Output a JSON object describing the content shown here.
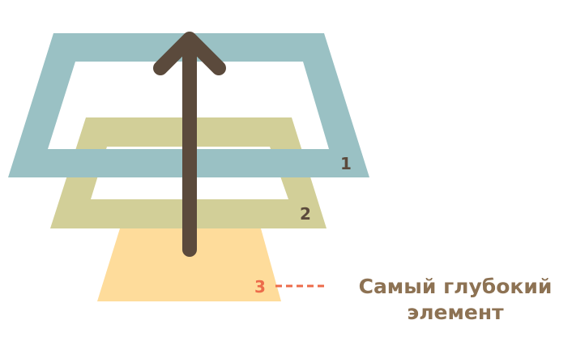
{
  "layers": [
    {
      "id": "1",
      "label": "1",
      "color": "#9ac1c4"
    },
    {
      "id": "2",
      "label": "2",
      "color": "#d2cf98"
    },
    {
      "id": "3",
      "label": "3",
      "color": "#fedc9b"
    }
  ],
  "arrow": {
    "color": "#5b4a3c",
    "icon": "arrow-up-icon"
  },
  "label_colors": {
    "layer": "#5b4a3c",
    "highlight": "#ec6b4a"
  },
  "caption": {
    "line1": "Самый глубокий",
    "line2": "элемент",
    "color": "#8d7253"
  },
  "connector": {
    "color": "#ec6b4a",
    "style": "dashed"
  }
}
